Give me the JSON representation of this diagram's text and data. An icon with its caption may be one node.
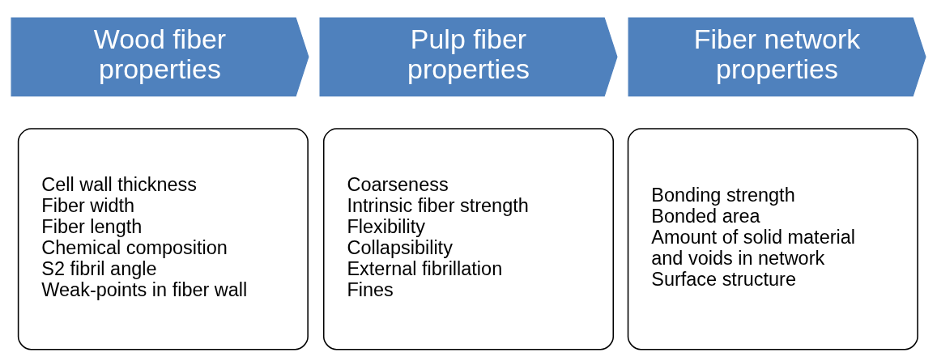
{
  "diagram": {
    "nodes": [
      {
        "text": [
          "Wood fiber properties"
        ]
      },
      {
        "text": [
          "Pulp fiber properties"
        ]
      },
      {
        "text": [
          "Fiber network properties"
        ]
      },
      {
        "text": [
          "Cell wall thickness",
          "Fiber width",
          "Fiber length",
          "Chemical composition",
          "S2 fibril angle",
          "Weak-points in fiber wall"
        ]
      },
      {
        "text": [
          "Coarseness",
          "Intrinsic fiber strength",
          "Flexibility",
          "Collapsibility",
          "External fibrillation",
          "Fines"
        ]
      },
      {
        "text": [
          "Bonding strength",
          "Bonded area",
          "Amount of solid material and voids in network",
          "Surface structure"
        ]
      }
    ]
  }
}
